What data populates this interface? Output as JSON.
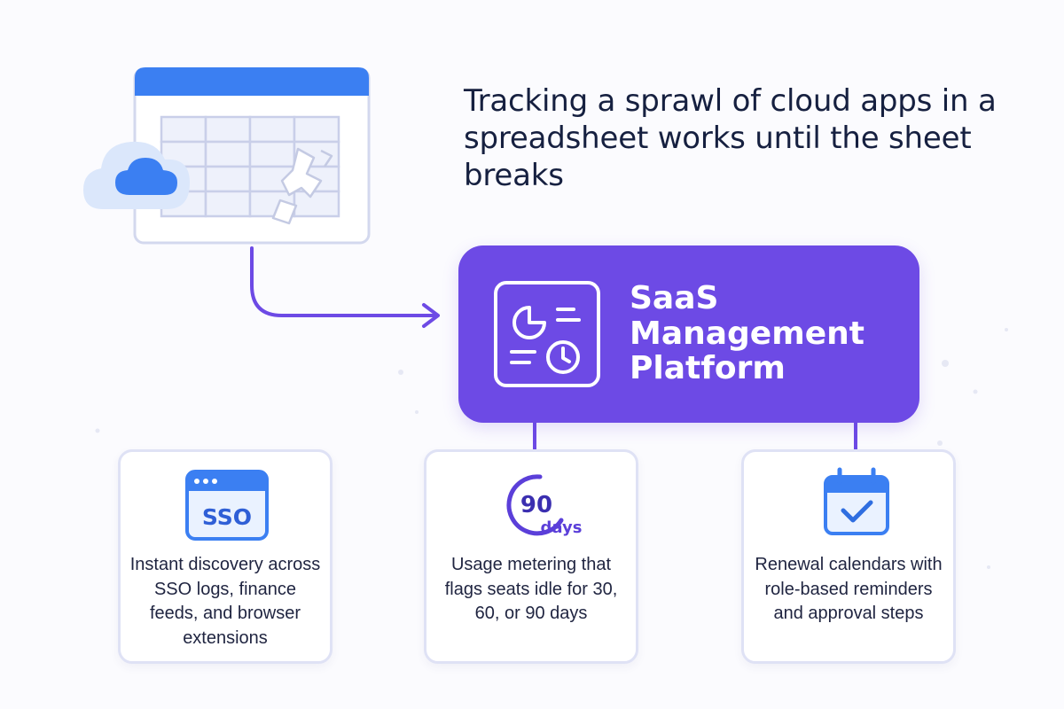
{
  "headline": "Tracking a sprawl of cloud apps in a spreadsheet works until the sheet breaks",
  "platform": {
    "title": "SaaS Management Platform",
    "icon": "dashboard-icon"
  },
  "features": [
    {
      "icon": "sso-window-icon",
      "icon_label": "SSO",
      "text": "Instant discovery across SSO logs, finance feeds, and browser extensions"
    },
    {
      "icon": "timer-90-days-icon",
      "icon_number": "90",
      "icon_unit": "days",
      "text": "Usage metering that flags seats idle for 30, 60, or 90 days"
    },
    {
      "icon": "calendar-check-icon",
      "text": "Renewal calendars with role-based reminders and approval steps"
    }
  ],
  "illustration": {
    "icons": [
      "broken-spreadsheet-icon",
      "cloud-icon"
    ]
  },
  "colors": {
    "accent_purple": "#6d4ae5",
    "accent_blue": "#3b7ff2",
    "headline_text": "#162040",
    "card_border": "#dfe2f5"
  }
}
